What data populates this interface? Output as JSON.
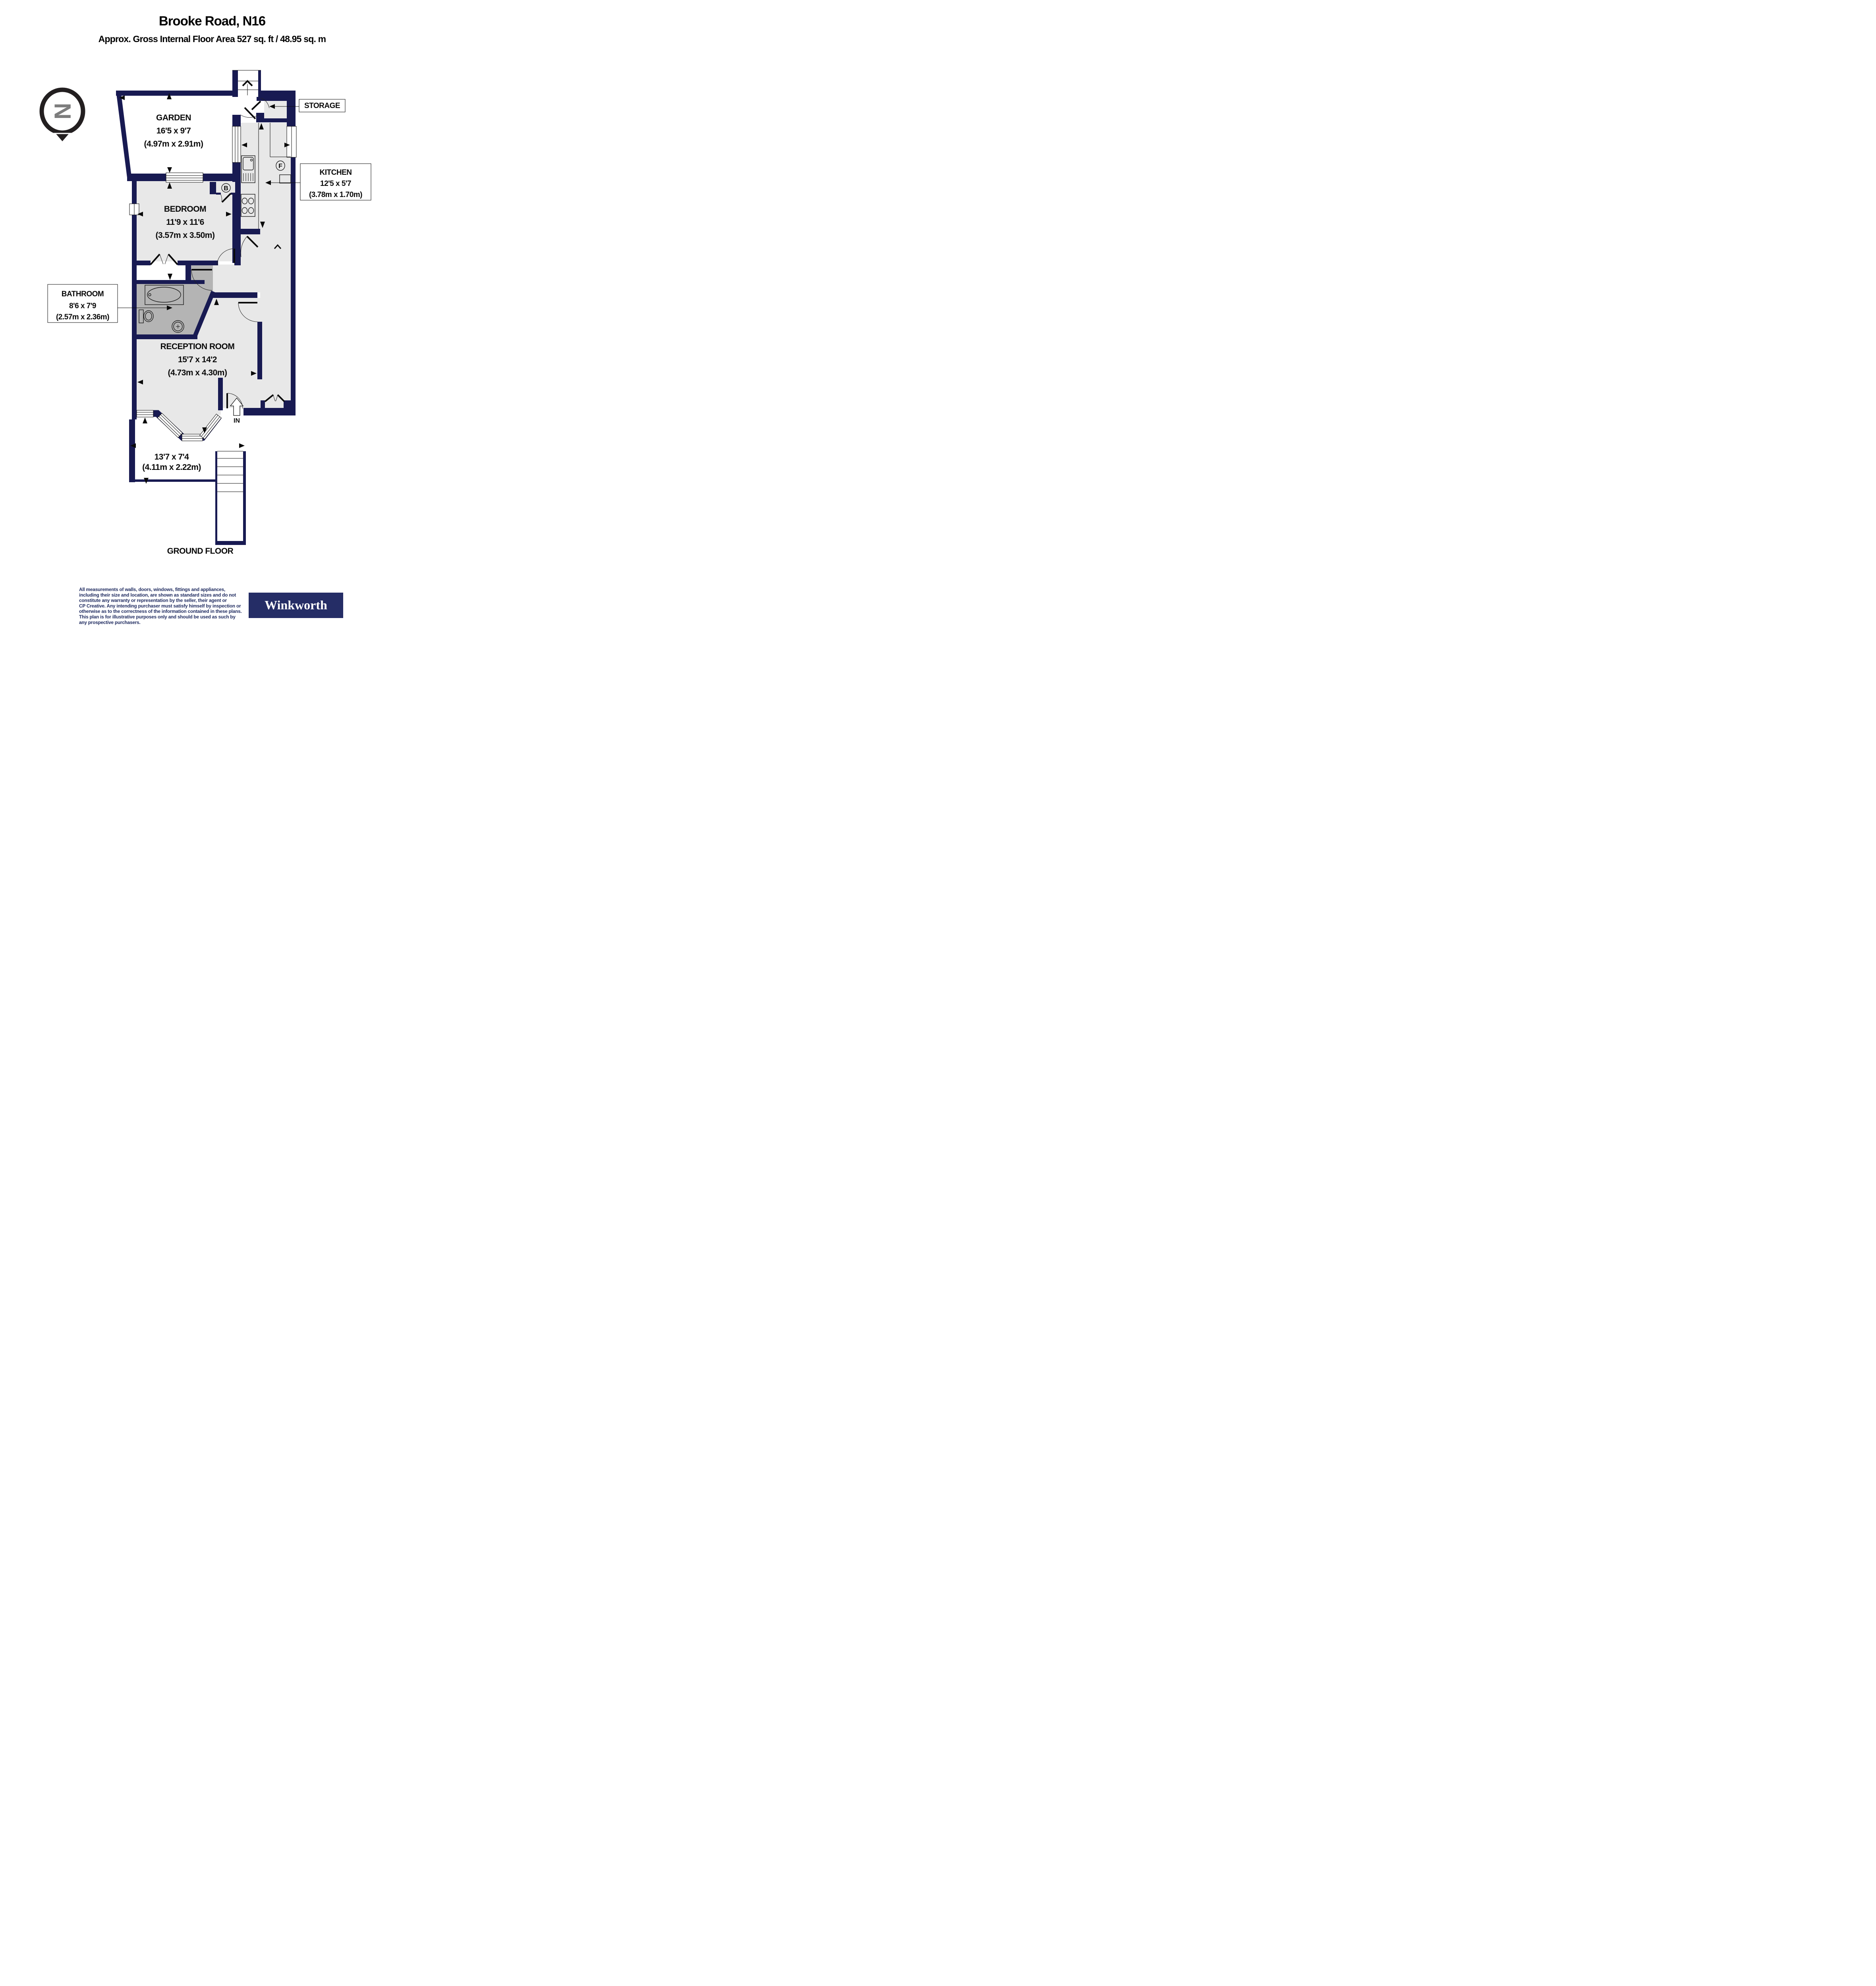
{
  "title": "Brooke Road, N16",
  "subtitle": "Approx. Gross Internal Floor Area 527 sq. ft / 48.95 sq. m",
  "floor_label": "GROUND FLOOR",
  "compass": {
    "north": "N"
  },
  "rooms": {
    "garden": {
      "name": "GARDEN",
      "size_imperial": "16'5 x 9'7",
      "size_metric": "(4.97m x 2.91m)"
    },
    "bedroom": {
      "name": "BEDROOM",
      "size_imperial": "11'9 x 11'6",
      "size_metric": "(3.57m x 3.50m)"
    },
    "reception": {
      "name": "RECEPTION ROOM",
      "size_imperial": "15'7 x 14'2",
      "size_metric": "(4.73m x 4.30m)"
    },
    "kitchen": {
      "name": "KITCHEN",
      "size_imperial": "12'5 x 5'7",
      "size_metric": "(3.78m x 1.70m)"
    },
    "bathroom": {
      "name": "BATHROOM",
      "size_imperial": "8'6 x 7'9",
      "size_metric": "(2.57m x 2.36m)"
    },
    "storage": {
      "name": "STORAGE"
    },
    "front": {
      "size_imperial": "13'7 x 7'4",
      "size_metric": "(4.11m x 2.22m)"
    }
  },
  "markers": {
    "entrance": "IN",
    "boiler": "B",
    "fridge_freezer": "F"
  },
  "colors": {
    "wall_navy": "#181a52",
    "room_gray": "#e8e8e8",
    "bathroom_gray": "#b4b4b4",
    "disclaimer_navy": "#1f2b60",
    "logo_navy": "#252d66",
    "compass_gray": "#7d7d7d"
  },
  "disclaimer": {
    "lines": [
      "All measurements of walls, doors, windows, fittings and appliances,",
      "including their size and location, are shown as standard sizes and do not",
      "constitute any warranty or representation by the seller, their agent or",
      "CP Creative. Any intending purchaser must satisfy himself by inspection or",
      "otherwise as to the correctness of the information contained in these plans.",
      "This plan is for illustrative purposes only and should be used as such by",
      "any prospective purchasers."
    ]
  },
  "brand": {
    "name": "Winkworth"
  }
}
